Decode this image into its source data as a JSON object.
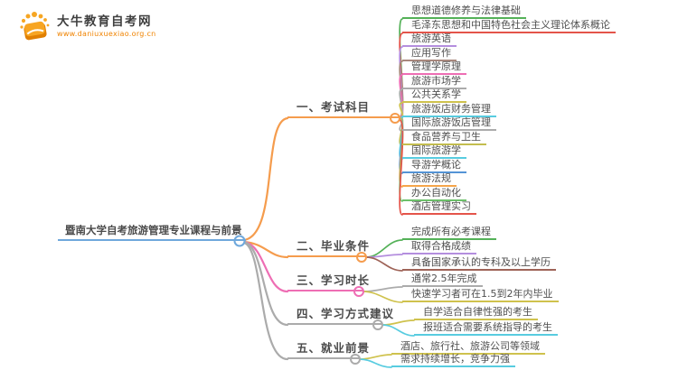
{
  "logo": {
    "name": "大牛教育自考网",
    "url": "www.daniuxuexiao.org.cn",
    "icon": "book-rays-icon",
    "accent": "#f49a1f"
  },
  "root": {
    "label": "暨南大学自考旅游管理专业课程与前景",
    "color": "#6fa8dc"
  },
  "branches": [
    {
      "label": "一、考试科目",
      "color": "#f59c4d",
      "children": [
        {
          "label": "思想道德修养与法律基础",
          "color": "#54b158"
        },
        {
          "label": "毛泽东思想和中国特色社会主义理论体系概论",
          "color": "#e4544a"
        },
        {
          "label": "旅游英语",
          "color": "#b48ede"
        },
        {
          "label": "应用写作",
          "color": "#a8887d"
        },
        {
          "label": "管理学原理",
          "color": "#ee6eb4"
        },
        {
          "label": "旅游市场学",
          "color": "#ababab"
        },
        {
          "label": "公共关系学",
          "color": "#cfc24d"
        },
        {
          "label": "旅游饭店财务管理",
          "color": "#58cce0"
        },
        {
          "label": "国际旅游饭店管理",
          "color": "#ababab"
        },
        {
          "label": "食品营养与卫生",
          "color": "#c3bd4e"
        },
        {
          "label": "国际旅游学",
          "color": "#58cce0"
        },
        {
          "label": "导游学概论",
          "color": "#5494d6"
        },
        {
          "label": "旅游法规",
          "color": "#f5a54a"
        },
        {
          "label": "办公自动化",
          "color": "#6cc06a"
        },
        {
          "label": "酒店管理实习",
          "color": "#e4544a"
        }
      ]
    },
    {
      "label": "二、毕业条件",
      "color": "#f59c4d",
      "children": [
        {
          "label": "完成所有必考课程",
          "color": "#54b158"
        },
        {
          "label": "取得合格成绩",
          "color": "#b48ede"
        },
        {
          "label": "具备国家承认的专科及以上学历",
          "color": "#9e6357"
        }
      ]
    },
    {
      "label": "三、学习时长",
      "color": "#ee6eb4",
      "children": [
        {
          "label": "通常2.5年完成",
          "color": "#ababab"
        },
        {
          "label": "快速学习者可在1.5到2年内毕业",
          "color": "#cfc24d"
        }
      ]
    },
    {
      "label": "四、学习方式建议",
      "color": "#ababab",
      "children": [
        {
          "label": "自学适合自律性强的考生",
          "color": "#cfc24d"
        },
        {
          "label": "报班适合需要系统指导的考生",
          "color": "#58cce0"
        }
      ]
    },
    {
      "label": "五、就业前景",
      "color": "#ababab",
      "children": [
        {
          "label": "酒店、旅行社、旅游公司等领域",
          "color": "#cfc24d"
        },
        {
          "label": "需求持续增长，竞争力强",
          "color": "#58cce0"
        }
      ]
    }
  ]
}
